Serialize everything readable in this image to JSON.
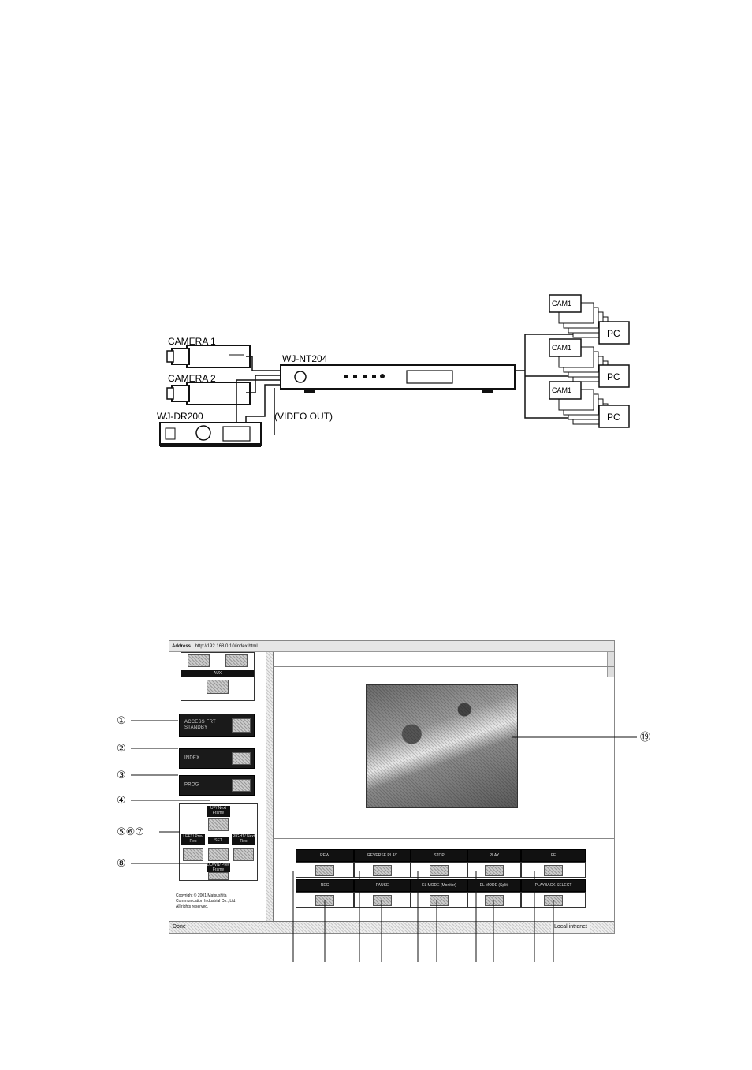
{
  "diagram": {
    "camera1": "CAMERA 1",
    "camera2": "CAMERA 2",
    "recorder": "WJ-DR200",
    "encoder": "WJ-NT204",
    "video_out": "(VIDEO OUT)",
    "pc_label": "PC",
    "cam_tab": "CAM1"
  },
  "screenshot": {
    "address_label": "Address",
    "address_value": "http://192.168.0.10/index.html",
    "left_buttons": {
      "aux": "AUX",
      "access": "ACCESS FRT STANDBY",
      "index": "INDEX",
      "prog": "PROG"
    },
    "direction_pad": {
      "up": "UP/ Next Frame",
      "left": "LEFT/ Prev Rec",
      "set": "SET",
      "right": "RIGHT/ Next Rec",
      "down": "DOWN/ Prev Frame"
    },
    "copyright": {
      "line1": "Copyright © 2001 Matsushita",
      "line2": "Communication Industrial Co., Ltd.",
      "line3": "All rights reserved."
    },
    "controls_row1": [
      "REW",
      "REVERSE PLAY",
      "STOP",
      "PLAY",
      "FF"
    ],
    "controls_row2": [
      "REC",
      "PAUSE",
      "EL MODE (Monitor)",
      "EL MODE (Split)",
      "PLAYBACK SELECT"
    ],
    "status_left": "Done",
    "status_right": "Local intranet"
  },
  "callouts": {
    "c1": "①",
    "c2": "②",
    "c3": "③",
    "c4": "④",
    "c567": "⑤⑥⑦",
    "c8": "⑧",
    "c19": "⑲"
  }
}
